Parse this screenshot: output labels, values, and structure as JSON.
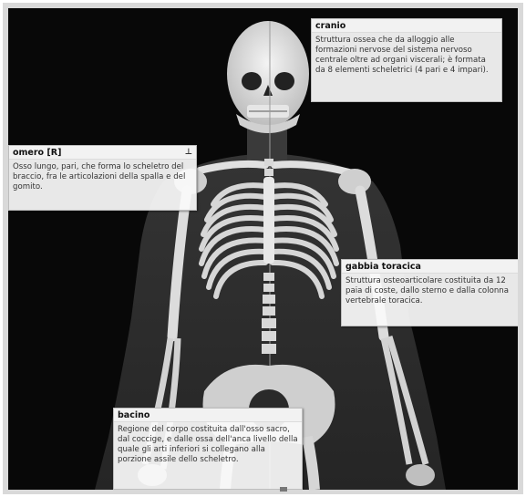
{
  "callouts": {
    "cranio": {
      "title": "cranio",
      "text": "Struttura ossea che da alloggio alle formazioni nervose del sistema nervoso centrale oltre ad organi viscerali; è formata da 8 elementi scheletrici (4 pari e 4 impari)."
    },
    "omero": {
      "title": "omero",
      "tag": "[R]",
      "icon": "pin-icon",
      "text": "Osso lungo, pari, che forma lo scheletro del braccio, fra le articolazioni della spalla e del gomito."
    },
    "gabbia": {
      "title": "gabbia toracica",
      "text": "Struttura osteoarticolare costituita da 12 paia di coste, dallo sterno e dalla colonna vertebrale toracica."
    },
    "bacino": {
      "title": "bacino",
      "text": "Regione del corpo costituita dall'osso sacro, dal coccige,  e dalle ossa dell'anca livello della quale gli arti inferiori si collegano alla porzione assile dello scheletro."
    }
  }
}
